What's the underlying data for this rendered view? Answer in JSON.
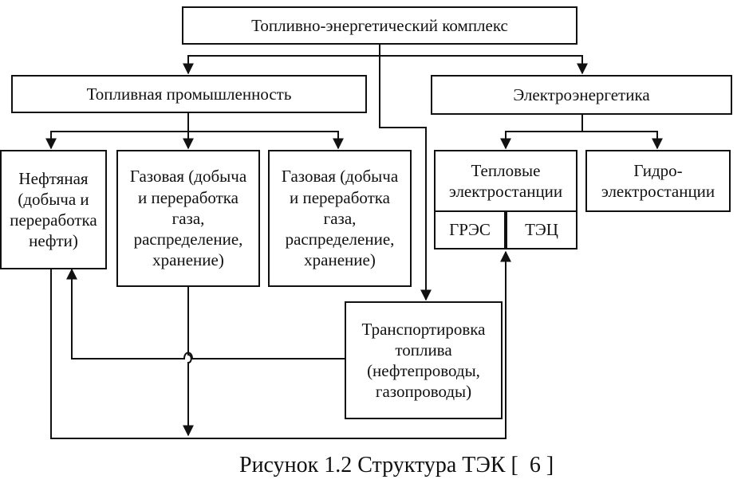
{
  "diagram": {
    "nodes": {
      "tek": "Топливно-энергетический комплекс",
      "fuel_industry": "Топливная промышленность",
      "electro": "Электроэнергетика",
      "oil": "Нефтяная\n(добыча и\nпереработка\nнефти)",
      "gas1": "Газовая (добыча\nи переработка\nгаза,\nраспределение,\nхранение)",
      "gas2": "Газовая (добыча\nи переработка\nгаза,\nраспределение,\nхранение)",
      "thermal": "Тепловые\nэлектростанции",
      "gres": "ГРЭС",
      "tec": "ТЭЦ",
      "hydro": "Гидро-\nэлектростанции",
      "transport": "Транспортировка\nтоплива\n(нефтепроводы,\nгазопроводы)"
    },
    "caption": "Рисунок 1.2 Структура ТЭК [  6 ]"
  },
  "colors": {
    "line": "#111111",
    "background": "#ffffff"
  }
}
